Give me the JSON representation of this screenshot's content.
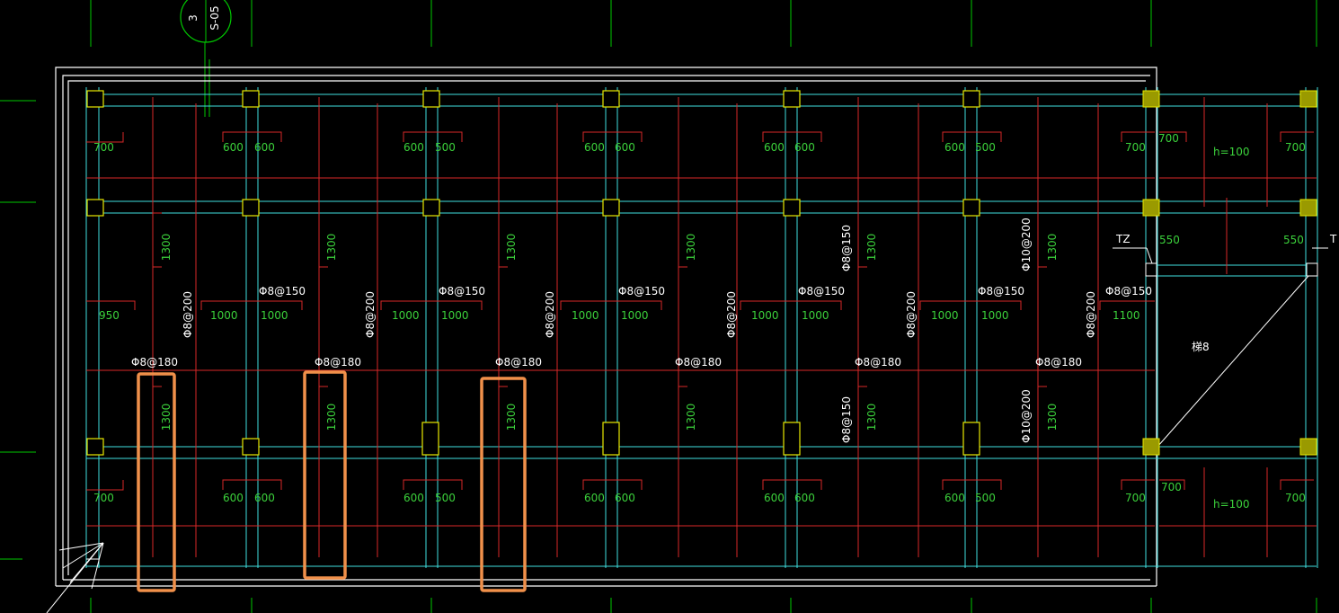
{
  "colors": {
    "background": "#000000",
    "axis_line": "#00c800",
    "beam_line": "#40e0e0",
    "rebar_line": "#e03030",
    "outline": "#ffffff",
    "column": "#e8e800",
    "column_fill": "#9a9a00",
    "dimension_text": "#3bd13b",
    "highlight_box": "#f0904a"
  },
  "axis_bubble": {
    "number": "3",
    "sheet": "S-05"
  },
  "dimension_labels": {
    "top_row_left": "700",
    "pair_a": "600",
    "pair_b": "600",
    "pair_b_alt": "500",
    "right_top": "700",
    "slab_thickness": "h=100",
    "mid_length": "1300",
    "mid_row_left": "950",
    "mid_row_pair_a": "1000",
    "mid_row_pair_b": "1000",
    "mid_row_right": "1100",
    "bay_550": "550"
  },
  "rebar_specs": {
    "spec_150": "Φ8@150",
    "spec_180": "Φ8@180",
    "spec_200": "Φ8@200",
    "spec_d10_200": "Φ10@200"
  },
  "stair_column_label": "TZ",
  "stair_column_label_cut": "T",
  "stair_note": "梯8"
}
